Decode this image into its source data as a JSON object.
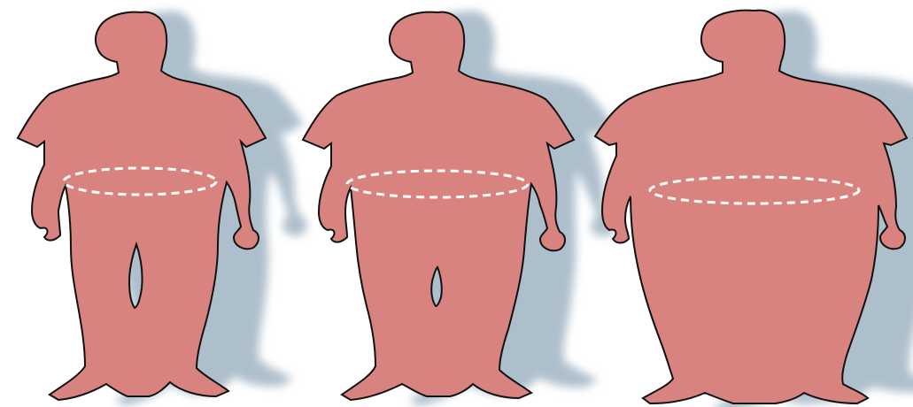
{
  "diagram": {
    "description_text": "",
    "figures": [
      {
        "name": "figure-1",
        "build": "slim"
      },
      {
        "name": "figure-2",
        "build": "medium"
      },
      {
        "name": "figure-3",
        "build": "heavy"
      }
    ],
    "colors": {
      "body": "#d88380",
      "outline": "#111111",
      "shadow": "#aebfcc",
      "waist_line": "#ffffff",
      "background": "#ffffff"
    }
  }
}
